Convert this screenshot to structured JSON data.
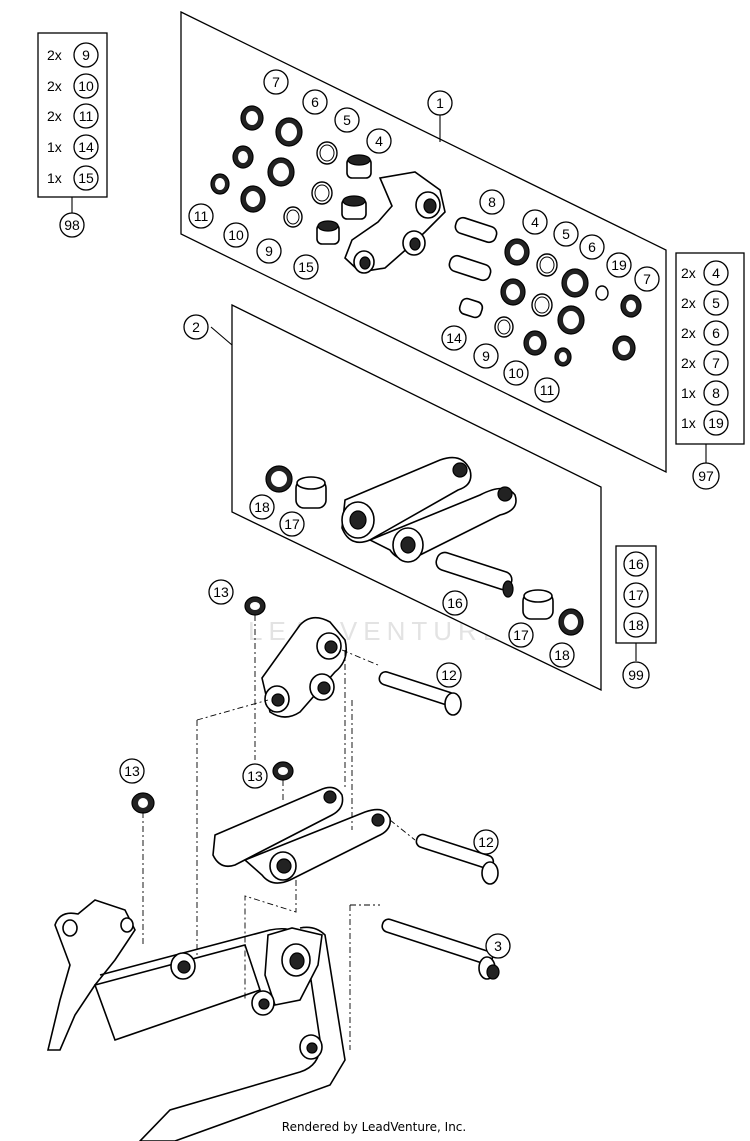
{
  "footer": "Rendered by LeadVenture, Inc.",
  "watermark": "LEADVENTURE",
  "kit_98": [
    {
      "qty": "2x",
      "num": "9"
    },
    {
      "qty": "2x",
      "num": "10"
    },
    {
      "qty": "2x",
      "num": "11"
    },
    {
      "qty": "1x",
      "num": "14"
    },
    {
      "qty": "1x",
      "num": "15"
    }
  ],
  "kit_98_label": "98",
  "kit_97": [
    {
      "qty": "2x",
      "num": "4"
    },
    {
      "qty": "2x",
      "num": "5"
    },
    {
      "qty": "2x",
      "num": "6"
    },
    {
      "qty": "2x",
      "num": "7"
    },
    {
      "qty": "1x",
      "num": "8"
    },
    {
      "qty": "1x",
      "num": "19"
    }
  ],
  "kit_97_label": "97",
  "kit_99": [
    {
      "num": "16"
    },
    {
      "num": "17"
    },
    {
      "num": "18"
    }
  ],
  "kit_99_label": "99",
  "callouts": {
    "c1": "1",
    "c2": "2",
    "c3": "3",
    "c4a": "4",
    "c4b": "4",
    "c5a": "5",
    "c5b": "5",
    "c6a": "6",
    "c6b": "6",
    "c7a": "7",
    "c7b": "7",
    "c8": "8",
    "c9a": "9",
    "c9b": "9",
    "c10a": "10",
    "c10b": "10",
    "c11a": "11",
    "c11b": "11",
    "c12a": "12",
    "c12b": "12",
    "c13a": "13",
    "c13b": "13",
    "c13c": "13",
    "c14": "14",
    "c15": "15",
    "c16": "16",
    "c17a": "17",
    "c17b": "17",
    "c18a": "18",
    "c18b": "18",
    "c19": "19"
  }
}
